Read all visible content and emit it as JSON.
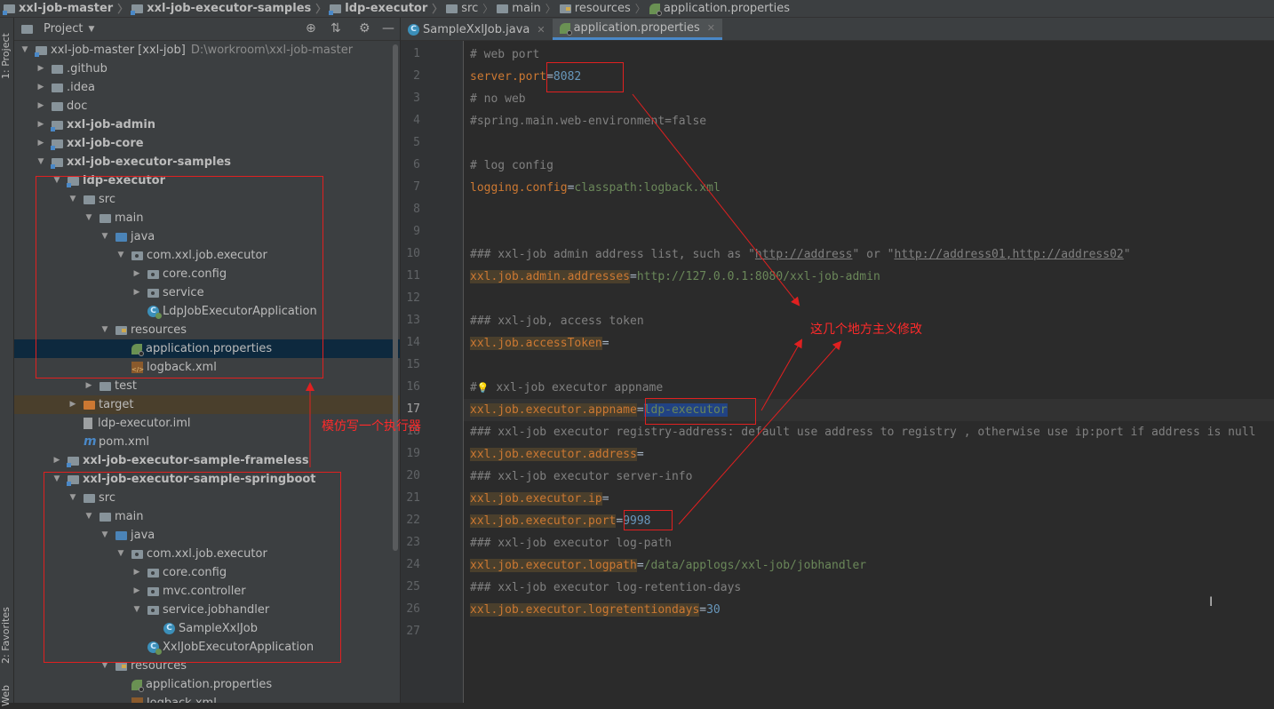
{
  "breadcrumb": [
    "xxl-job-master",
    "xxl-job-executor-samples",
    "ldp-executor",
    "src",
    "main",
    "resources",
    "application.properties"
  ],
  "left_strip": {
    "project_tab": "1: Project",
    "favorites_tab": "2: Favorites",
    "web_tab": "Web"
  },
  "project_panel": {
    "title": "Project",
    "tree": [
      {
        "label": "xxl-job-master [xxl-job]",
        "hint": "D:\\workroom\\xxl-job-master",
        "depth": 0,
        "open": true,
        "icon": "module-folder"
      },
      {
        "label": ".github",
        "depth": 1,
        "open": false,
        "icon": "folder"
      },
      {
        "label": ".idea",
        "depth": 1,
        "open": false,
        "icon": "folder"
      },
      {
        "label": "doc",
        "depth": 1,
        "open": false,
        "icon": "folder"
      },
      {
        "label": "xxl-job-admin",
        "depth": 1,
        "open": false,
        "icon": "module-folder",
        "bold": true
      },
      {
        "label": "xxl-job-core",
        "depth": 1,
        "open": false,
        "icon": "module-folder",
        "bold": true
      },
      {
        "label": "xxl-job-executor-samples",
        "depth": 1,
        "open": true,
        "icon": "module-folder",
        "bold": true
      },
      {
        "label": "ldp-executor",
        "depth": 2,
        "open": true,
        "icon": "module-folder",
        "bold": true
      },
      {
        "label": "src",
        "depth": 3,
        "open": true,
        "icon": "folder"
      },
      {
        "label": "main",
        "depth": 4,
        "open": true,
        "icon": "folder"
      },
      {
        "label": "java",
        "depth": 5,
        "open": true,
        "icon": "source-folder"
      },
      {
        "label": "com.xxl.job.executor",
        "depth": 6,
        "open": true,
        "icon": "package"
      },
      {
        "label": "core.config",
        "depth": 7,
        "open": false,
        "icon": "package"
      },
      {
        "label": "service",
        "depth": 7,
        "open": false,
        "icon": "package"
      },
      {
        "label": "LdpJobExecutorApplication",
        "depth": 7,
        "icon": "spring-class"
      },
      {
        "label": "resources",
        "depth": 5,
        "open": true,
        "icon": "resources-folder"
      },
      {
        "label": "application.properties",
        "depth": 6,
        "icon": "properties-file",
        "selected": true
      },
      {
        "label": "logback.xml",
        "depth": 6,
        "icon": "xml-file"
      },
      {
        "label": "test",
        "depth": 4,
        "open": false,
        "icon": "folder"
      },
      {
        "label": "target",
        "depth": 3,
        "open": false,
        "icon": "excluded-folder",
        "highlight": true
      },
      {
        "label": "ldp-executor.iml",
        "depth": 3,
        "icon": "iml-file"
      },
      {
        "label": "pom.xml",
        "depth": 3,
        "icon": "maven-file"
      },
      {
        "label": "xxl-job-executor-sample-frameless",
        "depth": 2,
        "open": false,
        "icon": "module-folder",
        "bold": true
      },
      {
        "label": "xxl-job-executor-sample-springboot",
        "depth": 2,
        "open": true,
        "icon": "module-folder",
        "bold": true
      },
      {
        "label": "src",
        "depth": 3,
        "open": true,
        "icon": "folder"
      },
      {
        "label": "main",
        "depth": 4,
        "open": true,
        "icon": "folder"
      },
      {
        "label": "java",
        "depth": 5,
        "open": true,
        "icon": "source-folder"
      },
      {
        "label": "com.xxl.job.executor",
        "depth": 6,
        "open": true,
        "icon": "package"
      },
      {
        "label": "core.config",
        "depth": 7,
        "open": false,
        "icon": "package"
      },
      {
        "label": "mvc.controller",
        "depth": 7,
        "open": false,
        "icon": "package"
      },
      {
        "label": "service.jobhandler",
        "depth": 7,
        "open": true,
        "icon": "package"
      },
      {
        "label": "SampleXxlJob",
        "depth": 8,
        "icon": "class"
      },
      {
        "label": "XxlJobExecutorApplication",
        "depth": 7,
        "icon": "spring-class"
      },
      {
        "label": "resources",
        "depth": 5,
        "open": true,
        "icon": "resources-folder"
      },
      {
        "label": "application.properties",
        "depth": 6,
        "icon": "properties-file"
      },
      {
        "label": "logback.xml",
        "depth": 6,
        "icon": "xml-file"
      }
    ]
  },
  "editor": {
    "tabs": [
      {
        "label": "SampleXxlJob.java",
        "active": false,
        "icon": "class"
      },
      {
        "label": "application.properties",
        "active": true,
        "icon": "properties-file"
      }
    ],
    "current_line": 17,
    "lines": [
      {
        "n": 1,
        "parts": [
          [
            "cm",
            "# web port"
          ]
        ]
      },
      {
        "n": 2,
        "parts": [
          [
            "key",
            "server.port"
          ],
          [
            "eq",
            "="
          ],
          [
            "num",
            "8082"
          ]
        ]
      },
      {
        "n": 3,
        "parts": [
          [
            "cm",
            "# no web"
          ]
        ]
      },
      {
        "n": 4,
        "parts": [
          [
            "cm",
            "#spring.main.web-environment=false"
          ]
        ]
      },
      {
        "n": 5,
        "parts": []
      },
      {
        "n": 6,
        "parts": [
          [
            "cm",
            "# log config"
          ]
        ]
      },
      {
        "n": 7,
        "parts": [
          [
            "key",
            "logging.config"
          ],
          [
            "eq",
            "="
          ],
          [
            "val",
            "classpath:logback.xml"
          ]
        ]
      },
      {
        "n": 8,
        "parts": []
      },
      {
        "n": 9,
        "parts": []
      },
      {
        "n": 10,
        "parts": [
          [
            "cm",
            "### xxl-job admin address list, such as \""
          ],
          [
            "cmurl",
            "http://address"
          ],
          [
            "cm",
            "\" or \""
          ],
          [
            "cmurl",
            "http://address01,http://address02"
          ],
          [
            "cm",
            "\""
          ]
        ]
      },
      {
        "n": 11,
        "parts": [
          [
            "keyhl",
            "xxl.job.admin.addresses"
          ],
          [
            "eq",
            "="
          ],
          [
            "val",
            "http://127.0.0.1:8080/xxl-job-admin"
          ]
        ]
      },
      {
        "n": 12,
        "parts": []
      },
      {
        "n": 13,
        "parts": [
          [
            "cm",
            "### xxl-job, access token"
          ]
        ]
      },
      {
        "n": 14,
        "parts": [
          [
            "keyhl",
            "xxl.job.accessToken"
          ],
          [
            "eq",
            "="
          ]
        ]
      },
      {
        "n": 15,
        "parts": []
      },
      {
        "n": 16,
        "parts": [
          [
            "cm",
            "#"
          ],
          [
            "bulb",
            "💡"
          ],
          [
            "cm",
            " xxl-job executor appname"
          ]
        ]
      },
      {
        "n": 17,
        "parts": [
          [
            "keyhl",
            "xxl.job.executor.appname"
          ],
          [
            "eq",
            "="
          ],
          [
            "valsel",
            "ldp-executor"
          ]
        ]
      },
      {
        "n": 18,
        "parts": [
          [
            "cm",
            "### xxl-job executor registry-address: default use address to registry , otherwise use ip:port if address is null"
          ]
        ]
      },
      {
        "n": 19,
        "parts": [
          [
            "keyhl",
            "xxl.job.executor.address"
          ],
          [
            "eq",
            "="
          ]
        ]
      },
      {
        "n": 20,
        "parts": [
          [
            "cm",
            "### xxl-job executor server-info"
          ]
        ]
      },
      {
        "n": 21,
        "parts": [
          [
            "keyhl",
            "xxl.job.executor.ip"
          ],
          [
            "eq",
            "="
          ]
        ]
      },
      {
        "n": 22,
        "parts": [
          [
            "keyhl",
            "xxl.job.executor.port"
          ],
          [
            "eq",
            "="
          ],
          [
            "num",
            "9998"
          ]
        ]
      },
      {
        "n": 23,
        "parts": [
          [
            "cm",
            "### xxl-job executor log-path"
          ]
        ]
      },
      {
        "n": 24,
        "parts": [
          [
            "keyhl",
            "xxl.job.executor.logpath"
          ],
          [
            "eq",
            "="
          ],
          [
            "val",
            "/data/applogs/xxl-job/jobhandler"
          ]
        ]
      },
      {
        "n": 25,
        "parts": [
          [
            "cm",
            "### xxl-job executor log-retention-days"
          ]
        ]
      },
      {
        "n": 26,
        "parts": [
          [
            "keyhl",
            "xxl.job.executor.logretentiondays"
          ],
          [
            "eq",
            "="
          ],
          [
            "num",
            "30"
          ]
        ]
      },
      {
        "n": 27,
        "parts": []
      }
    ]
  },
  "annotations": {
    "modify_note": "这几个地方主义修改",
    "imitate_note": "模仿写一个执行器",
    "color": "#ff2a2a"
  }
}
